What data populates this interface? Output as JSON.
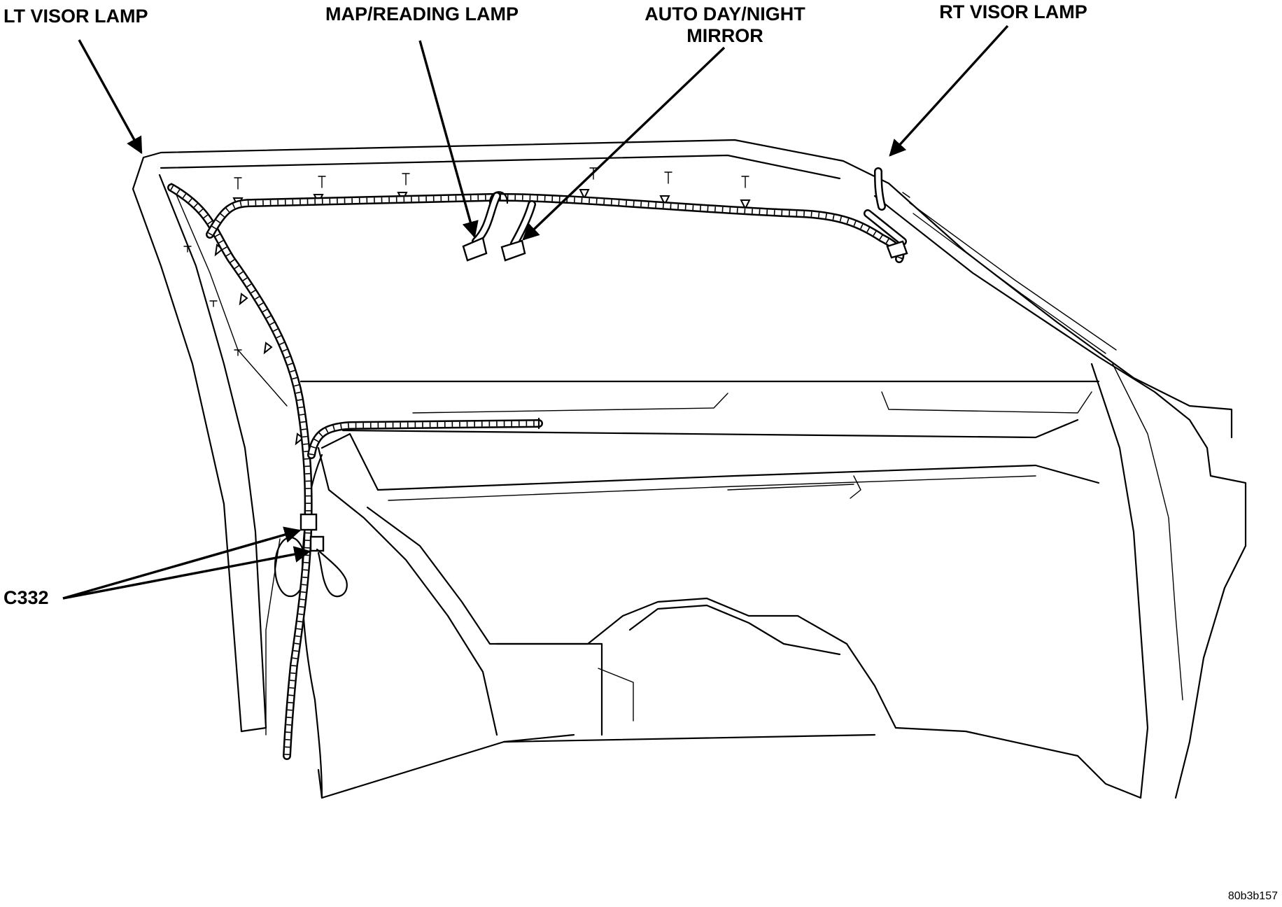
{
  "diagram": {
    "labels": {
      "lt_visor_lamp": "LT VISOR LAMP",
      "map_reading_lamp": "MAP/READING LAMP",
      "auto_day_night_line1": "AUTO DAY/NIGHT",
      "auto_day_night_line2": "MIRROR",
      "rt_visor_lamp": "RT VISOR LAMP",
      "c332": "C332"
    },
    "figure_code": "80b3b157"
  }
}
